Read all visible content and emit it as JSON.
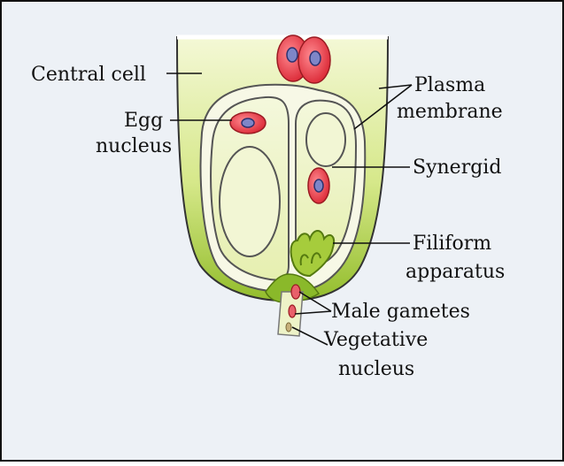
{
  "labels": {
    "central_cell": "Central cell",
    "egg_line1": "Egg",
    "egg_line2": "nucleus",
    "plasma_line1": "Plasma",
    "plasma_line2": "membrane",
    "synergid": "Synergid",
    "filiform_line1": "Filiform",
    "filiform_line2": "apparatus",
    "male_gametes": "Male gametes",
    "vegetative_line1": "Vegetative",
    "vegetative_line2": "nucleus"
  },
  "colors": {
    "background": "#edf1f6",
    "border": "#111111",
    "cell_fill": "#e9f2b2",
    "cell_deep": "#9cc23a",
    "membrane": "#f7f8e6",
    "nucleus_red": "#e63a46",
    "nucleus_blue": "#7e86c8"
  }
}
